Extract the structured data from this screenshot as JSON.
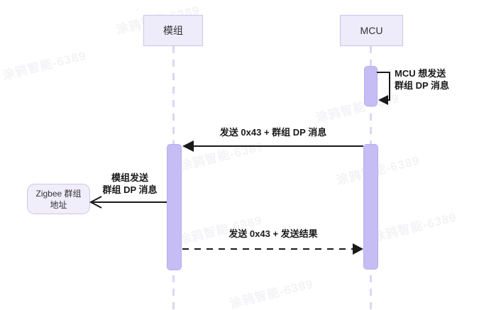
{
  "diagram": {
    "type": "sequence-diagram",
    "actors": [
      {
        "id": "module",
        "label": "模组"
      },
      {
        "id": "mcu",
        "label": "MCU"
      }
    ],
    "external_node": {
      "line1": "Zigbee 群组",
      "line2": "地址"
    },
    "messages": {
      "self_note": {
        "from": "MCU",
        "to": "MCU",
        "style": "self-loop-solid",
        "line1": "MCU 想发送",
        "line2": "群组 DP 消息"
      },
      "mcu_to_module": {
        "from": "MCU",
        "to": "模组",
        "style": "solid-filled-arrow",
        "label": "发送 0x43 + 群组 DP 消息"
      },
      "module_to_zigbee": {
        "from": "模组",
        "to": "Zigbee 群组地址",
        "style": "solid-open-arrow",
        "line1": "模组发送",
        "line2": "群组 DP 消息"
      },
      "module_to_mcu_return": {
        "from": "模组",
        "to": "MCU",
        "style": "dashed-filled-arrow",
        "label": "发送 0x43 + 发送结果"
      }
    },
    "watermark": {
      "text": "涂鸦智能-6389"
    },
    "colors": {
      "activation_fill": "#c5bdf4",
      "activation_border": "#b6adf0",
      "actor_box_fill": "#eeebfa",
      "actor_box_border": "#cfc2ea",
      "external_node_fill": "#f1eefb",
      "lifeline": "#dcd6f3",
      "arrow": "#1a1a1a",
      "text": "#333333"
    }
  }
}
